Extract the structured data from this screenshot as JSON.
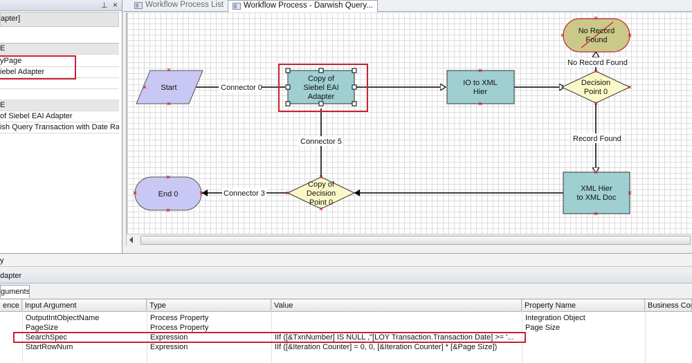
{
  "left_panel": {
    "header_pin": "⊥",
    "header_close": "×",
    "title": "apter]",
    "rows": [
      {
        "text": "E",
        "category": true
      },
      {
        "text": "yPage",
        "category": false
      },
      {
        "text": "iebel Adapter",
        "category": false
      },
      {
        "text": "",
        "category": false
      },
      {
        "text": "",
        "category": false
      },
      {
        "text": "E",
        "category": true
      },
      {
        "text": " of Siebel EAI Adapter",
        "category": false
      },
      {
        "text": "ish Query Transaction with Date Ra",
        "category": false
      }
    ]
  },
  "tabs": [
    {
      "label": "Workflow Process List",
      "active": false
    },
    {
      "label": "Workflow Process - Darwish Query...",
      "active": true
    }
  ],
  "diagram": {
    "nodes": {
      "start": "Start",
      "copy_adapter": [
        "Copy of",
        "Siebel EAI",
        "Adapter"
      ],
      "io_xml": [
        "IO to XML",
        "Hier"
      ],
      "decision0": [
        "Decision",
        "Point 0"
      ],
      "no_record": [
        "No Record",
        "Found"
      ],
      "xml_doc": [
        "XML Hier",
        "to XML Doc"
      ],
      "copy_decision": [
        "Copy of",
        "Decision",
        "Point 0"
      ],
      "end": "End 0"
    },
    "connectors": {
      "c0": "Connector 0",
      "no_record_found": "No Record Found",
      "record_found": "Record Found",
      "c5": "Connector 5",
      "c3": "Connector 3"
    }
  },
  "bottom": {
    "bar_label": "y",
    "adapter_label": "dapter",
    "subtab_label": "guments"
  },
  "args_grid": {
    "headers": [
      "ence",
      "Input Argument",
      "Type",
      "Value",
      "Property Name",
      "Business Com"
    ],
    "rows": [
      {
        "input": "OutputIntObjectName",
        "type": "Process Property",
        "value": "",
        "property": "Integration Object"
      },
      {
        "input": "PageSize",
        "type": "Process Property",
        "value": "",
        "property": "Page Size"
      },
      {
        "input": "SearchSpec",
        "type": "Expression",
        "value": "IIf ([&TxnNumber] IS NULL ,\"[LOY Transaction.Transaction Date] >= '...",
        "property": ""
      },
      {
        "input": "StartRowNum",
        "type": "Expression",
        "value": "IIf ([&Iteration Counter] = 0, 0, [&Iteration Counter] * [&Page Size])",
        "property": ""
      }
    ]
  },
  "colors": {
    "highlight": "#c8202f",
    "start_fill": "#c9c7f3",
    "task_fill": "#9fcfd0",
    "decision_fill": "#fbf8c8",
    "stop_fill": "#cac98a",
    "end_fill": "#c9c7f3"
  }
}
